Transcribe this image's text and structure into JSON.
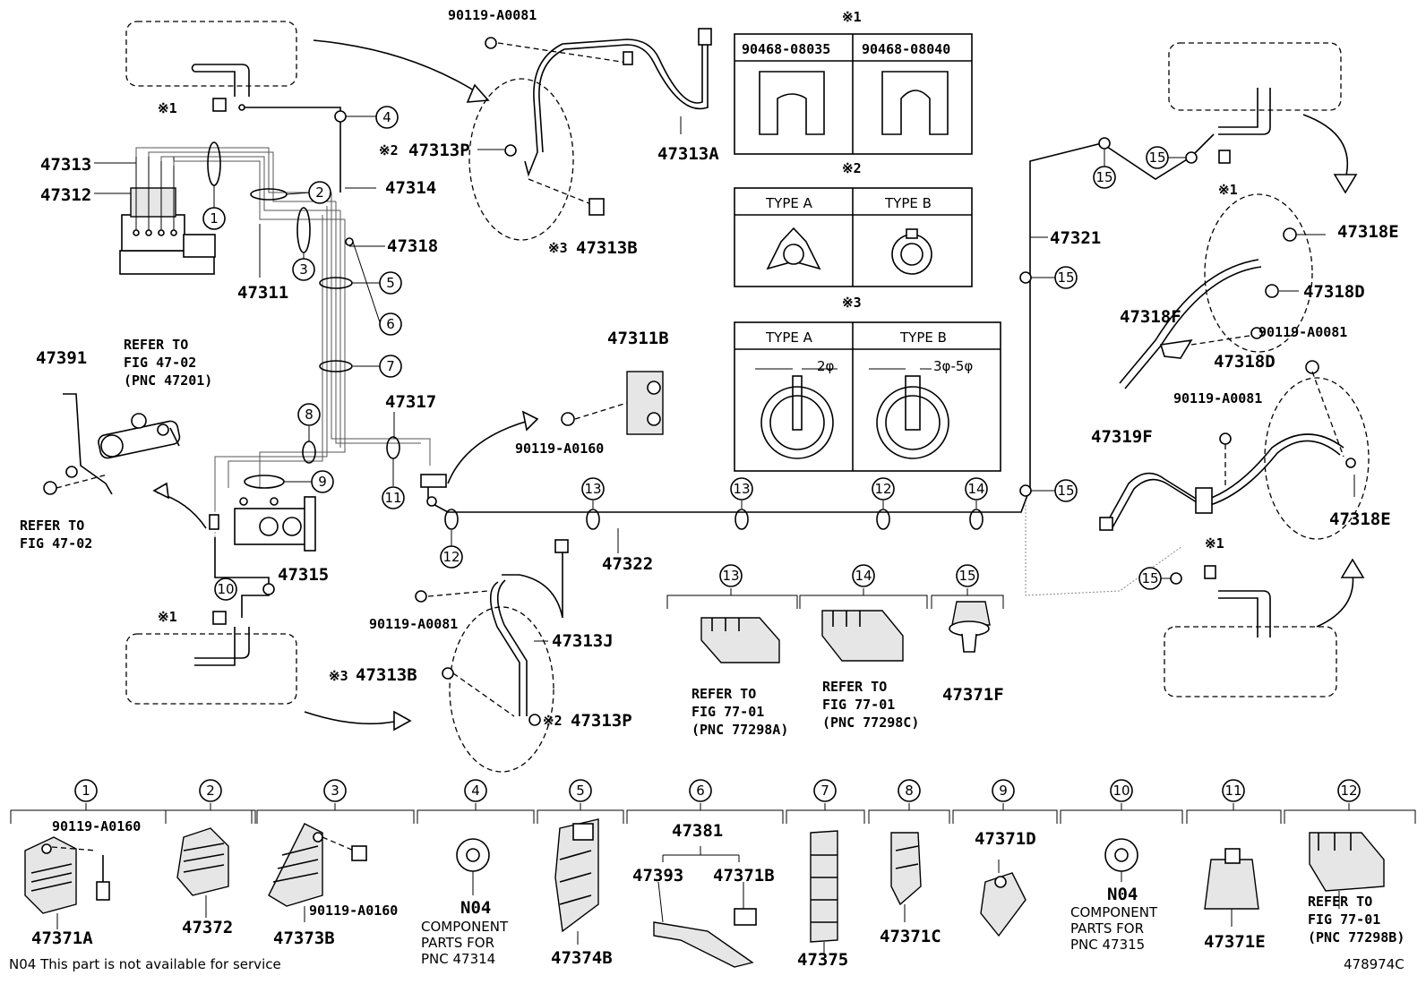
{
  "labels": {
    "p47313": "47313",
    "p47312": "47312",
    "p47311": "47311",
    "p47314": "47314",
    "p47318": "47318",
    "p47391": "47391",
    "refer_47_02_a": "REFER TO",
    "refer_47_02_b": "FIG 47-02",
    "refer_47_02_c": "(PNC 47201)",
    "refer_47_02_d": "REFER TO",
    "refer_47_02_e": "FIG 47-02",
    "p47317": "47317",
    "p47315": "47315",
    "p47322": "47322",
    "p47321": "47321",
    "b90119_top": "90119-A0081",
    "p47313P_top": "47313P",
    "p47313A": "47313A",
    "p47313B_top": "47313B",
    "p47311B": "47311B",
    "b90119_a0160_mid": "90119-A0160",
    "b90119_bot": "90119-A0081",
    "p47313J": "47313J",
    "p47313B_bot": "47313B",
    "p47313P_bot": "47313P",
    "p47318E_top": "47318E",
    "p47318D_top": "47318D",
    "p47318F": "47318F",
    "b90119_right1": "90119-A0081",
    "p47318D_bot": "47318D",
    "b90119_right2": "90119-A0081",
    "p47319F": "47319F",
    "p47318E_bot": "47318E",
    "p47371F": "47371F",
    "ref13_a": "REFER TO",
    "ref13_b": "FIG 77-01",
    "ref13_c": "(PNC 77298A)",
    "ref14_a": "REFER TO",
    "ref14_b": "FIG 77-01",
    "ref14_c": "(PNC 77298C)",
    "star1": "※1",
    "star2": "※2",
    "star3": "※3"
  },
  "clip_table": {
    "col1": "90468-08035",
    "col2": "90468-08040"
  },
  "type_table_2": {
    "a": "TYPE A",
    "b": "TYPE B"
  },
  "type_table_3": {
    "a": "TYPE A",
    "b": "TYPE B",
    "dim_a": "2φ",
    "dim_b": "3φ-5φ"
  },
  "callouts": [
    "1",
    "2",
    "3",
    "4",
    "5",
    "6",
    "7",
    "8",
    "9",
    "10",
    "11",
    "12",
    "13",
    "14",
    "15"
  ],
  "bottom_parts": {
    "c1_bolt": "90119-A0160",
    "c1_part": "47371A",
    "c2_part": "47372",
    "c3_part": "47373B",
    "c3_bolt": "90119-A0160",
    "c4_code": "N04",
    "c4_t1": "COMPONENT",
    "c4_t2": "PARTS FOR",
    "c4_t3": "PNC 47314",
    "c5_part": "47374B",
    "c6_part": "47381",
    "c6_sub1": "47393",
    "c6_sub2": "47371B",
    "c7_part": "47375",
    "c8_part": "47371C",
    "c9_part": "47371D",
    "c10_code": "N04",
    "c10_t1": "COMPONENT",
    "c10_t2": "PARTS FOR",
    "c10_t3": "PNC 47315",
    "c11_part": "47371E",
    "c12_t1": "REFER TO",
    "c12_t2": "FIG 77-01",
    "c12_t3": "(PNC 77298B)"
  },
  "footer": {
    "note": "N04 This part is not available for service",
    "figure_id": "478974C"
  }
}
